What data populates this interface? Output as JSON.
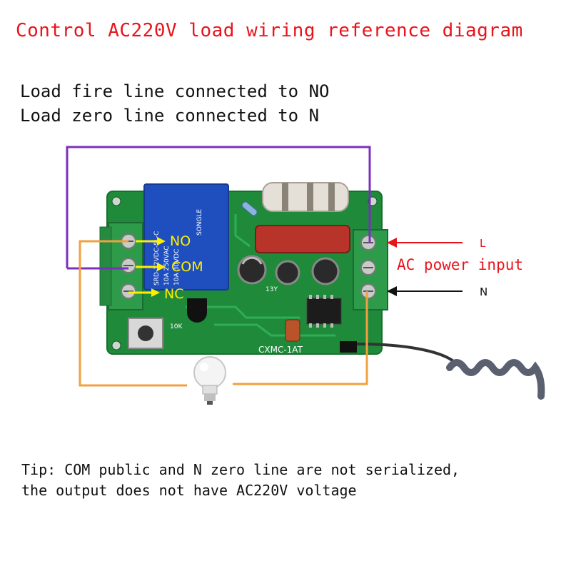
{
  "title": "Control AC220V load wiring reference diagram",
  "instructions": [
    "Load fire line connected to NO",
    "Load zero line connected to N"
  ],
  "terminals_left": [
    "NO",
    "COM",
    "NC"
  ],
  "terminal_right_l": "L",
  "terminal_right_n": "N",
  "ac_power_input": "AC power input",
  "board_text": {
    "relay_brand": "SONGLE",
    "relay_model": "SRD-12VDC-SL-C",
    "relay_rating_1": "10A 250VAC",
    "relay_rating_2": "10A 30VDC",
    "board_model": "CXMC-1AT",
    "resistor_label": "10K",
    "cap_label": "13Y"
  },
  "tip": [
    "Tip: COM public and N zero line are not serialized,",
    "the output does not have AC220V voltage"
  ],
  "colors": {
    "title": "#e8141c",
    "purple_wire": "#7b2fbe",
    "orange_wire": "#f0a040",
    "yellow_labels": "#ffee00",
    "pcb": "#1f8a3a",
    "terminal": "#2e9b4a",
    "relay": "#1f4fbf"
  }
}
